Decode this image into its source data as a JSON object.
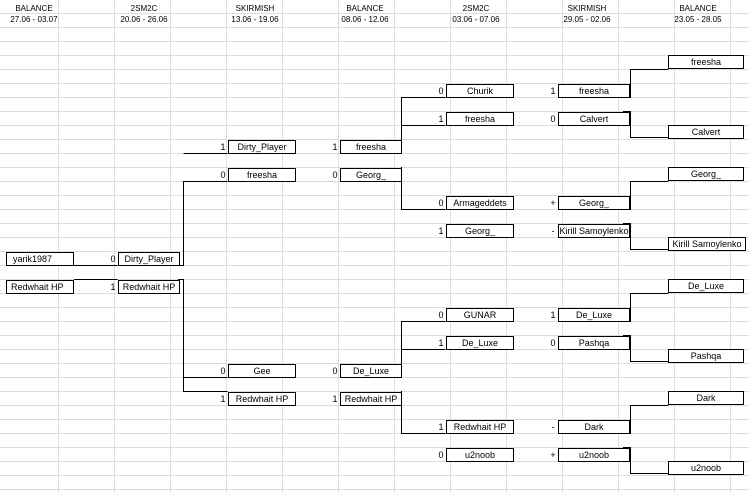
{
  "columns": [
    {
      "title": "BALANCE",
      "dates": "27.06 - 03.07"
    },
    {
      "title": "2SM2C",
      "dates": "20.06 - 26.06"
    },
    {
      "title": "SKIRMISH",
      "dates": "13.06 - 19.06"
    },
    {
      "title": "BALANCE",
      "dates": "08.06 - 12.06"
    },
    {
      "title": "2SM2C",
      "dates": "03.06 - 07.06"
    },
    {
      "title": "SKIRMISH",
      "dates": "29.05 - 02.06"
    },
    {
      "title": "BALANCE",
      "dates": "23.05 - 28.05"
    }
  ],
  "round1": [
    "freesha",
    "Calvert",
    "Georg_",
    "Kirill Samoylenko",
    "De_Luxe",
    "Pashqa",
    "Dark",
    "u2noob"
  ],
  "round2": [
    {
      "name": "freesha",
      "score": "1"
    },
    {
      "name": "Calvert",
      "score": "0"
    },
    {
      "name": "Georg_",
      "score": "+"
    },
    {
      "name": "Kirill Samoylenko",
      "score": "-"
    },
    {
      "name": "De_Luxe",
      "score": "1"
    },
    {
      "name": "Pashqa",
      "score": "0"
    },
    {
      "name": "Dark",
      "score": "-"
    },
    {
      "name": "u2noob",
      "score": "+"
    }
  ],
  "round3": [
    {
      "name": "Churik",
      "score": "0"
    },
    {
      "name": "freesha",
      "score": "1"
    },
    {
      "name": "Armageddets",
      "score": "0"
    },
    {
      "name": "Georg_",
      "score": "1"
    },
    {
      "name": "GUNAR",
      "score": "0"
    },
    {
      "name": "De_Luxe",
      "score": "1"
    },
    {
      "name": "Redwhait HP",
      "score": "1"
    },
    {
      "name": "u2noob",
      "score": "0"
    }
  ],
  "round4": [
    {
      "name": "freesha",
      "score": "1"
    },
    {
      "name": "Georg_",
      "score": "0"
    },
    {
      "name": "De_Luxe",
      "score": "0"
    },
    {
      "name": "Redwhait HP",
      "score": "1"
    }
  ],
  "round5": [
    {
      "name": "Dirty_Player",
      "score": "1"
    },
    {
      "name": "freesha",
      "score": "0"
    },
    {
      "name": "Gee",
      "score": "0"
    },
    {
      "name": "Redwhait HP",
      "score": "1"
    }
  ],
  "round6": [
    {
      "name": "Dirty_Player",
      "score": "0"
    },
    {
      "name": "Redwhait HP",
      "score": "1"
    }
  ],
  "round7": [
    "yarik1987",
    "Redwhait HP"
  ]
}
